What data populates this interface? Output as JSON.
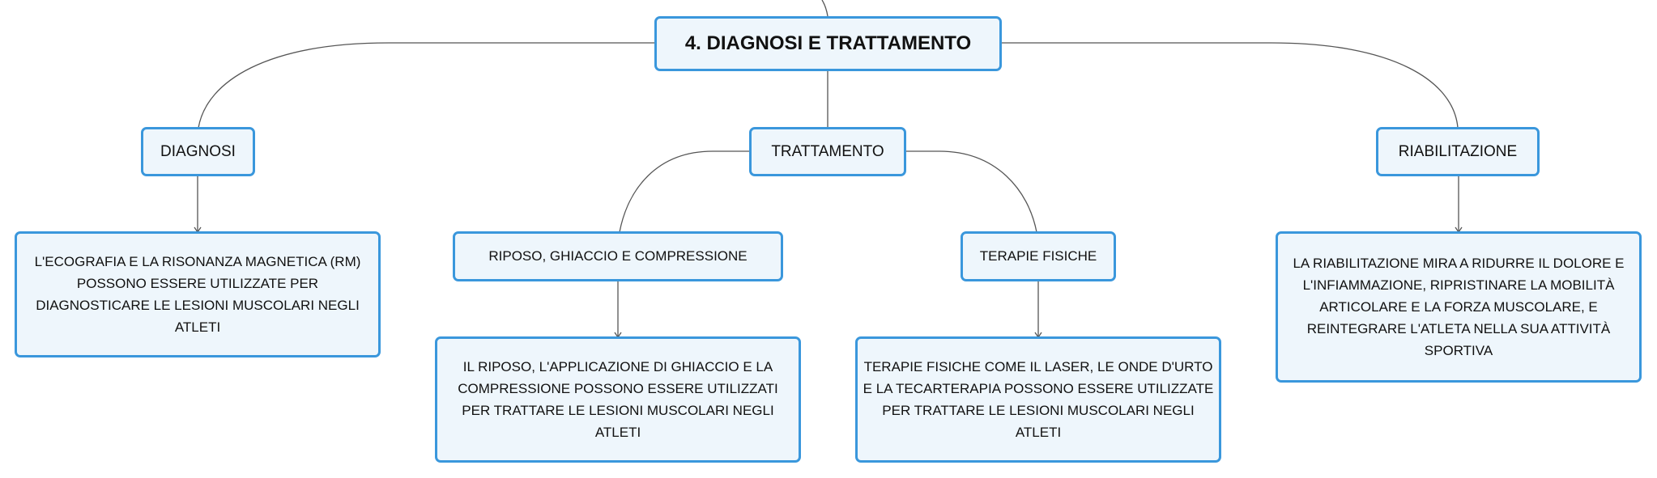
{
  "central": {
    "title": "4. DIAGNOSI E TRATTAMENTO"
  },
  "branches": {
    "diagnosi": {
      "label": "DIAGNOSI",
      "detail": "L'ECOGRAFIA E LA RISONANZA MAGNETICA (RM) POSSONO ESSERE UTILIZZATE PER DIAGNOSTICARE LE LESIONI MUSCOLARI NEGLI ATLETI"
    },
    "trattamento": {
      "label": "TRATTAMENTO",
      "children": {
        "riposo": {
          "label": "RIPOSO, GHIACCIO E COMPRESSIONE",
          "detail": "IL RIPOSO, L'APPLICAZIONE DI GHIACCIO E LA COMPRESSIONE POSSONO ESSERE UTILIZZATI PER TRATTARE LE LESIONI MUSCOLARI NEGLI ATLETI"
        },
        "terapie": {
          "label": "TERAPIE FISICHE",
          "detail": "TERAPIE FISICHE COME IL LASER, LE ONDE D'URTO E LA TECARTERAPIA POSSONO ESSERE UTILIZZATE PER TRATTARE LE LESIONI MUSCOLARI NEGLI ATLETI"
        }
      }
    },
    "riabilitazione": {
      "label": "RIABILITAZIONE",
      "detail": "LA RIABILITAZIONE MIRA A RIDURRE IL DOLORE E L'INFIAMMAZIONE, RIPRISTINARE LA MOBILITÀ ARTICOLARE E LA FORZA MUSCOLARE, E REINTEGRARE L'ATLETA NELLA SUA ATTIVITÀ SPORTIVA"
    }
  },
  "colors": {
    "node_border": "#3a97dc",
    "node_fill": "#eef6fc",
    "connector": "#555555",
    "text": "#111111"
  }
}
